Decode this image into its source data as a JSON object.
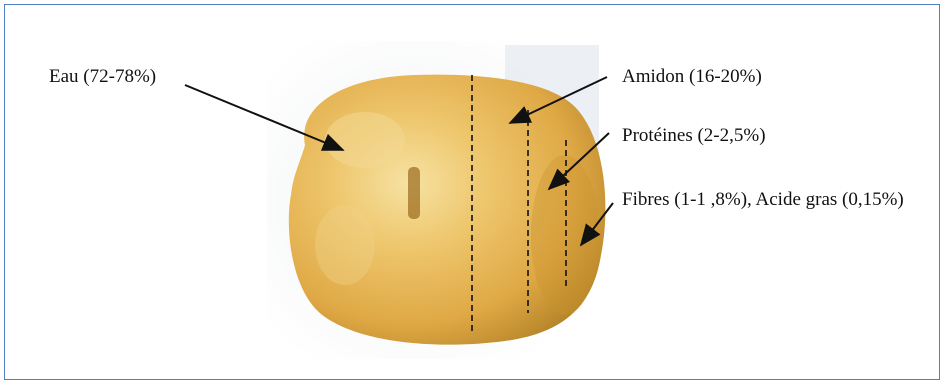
{
  "labels": {
    "water": "Eau (72-78%)",
    "starch": "Amidon (16-20%)",
    "proteins": "Protéines (2-2,5%)",
    "fibres_fatty_acid": "Fibres (1-1 ,8%), Acide gras (0,15%)"
  },
  "colors": {
    "border": "#4f7fc4",
    "potato_skin": "#e3b24f",
    "potato_highlight": "#f4dc96",
    "potato_shadow": "#b8862a",
    "line": "#111111"
  },
  "icons": {
    "subject": "potato-image"
  }
}
